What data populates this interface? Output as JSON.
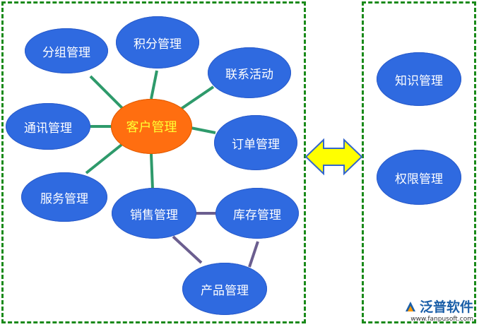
{
  "nodes": {
    "center": "客户管理",
    "group": "分组管理",
    "points": "积分管理",
    "contact": "联系活动",
    "comm": "通讯管理",
    "order": "订单管理",
    "service": "服务管理",
    "sales": "销售管理",
    "inventory": "库存管理",
    "product": "产品管理",
    "knowledge": "知识管理",
    "permission": "权限管理"
  },
  "watermark": {
    "brand": "泛普软件",
    "url": "www.fanpusoft.com"
  },
  "colors": {
    "border": "#1a8a1a",
    "node": "#2f6ae0",
    "center": "#ff6e10",
    "center_text": "#ffff33",
    "spoke": "#2e9a6b",
    "link": "#6b5e8f",
    "arrow_fill": "#ffff00",
    "arrow_stroke": "#3366cc"
  }
}
